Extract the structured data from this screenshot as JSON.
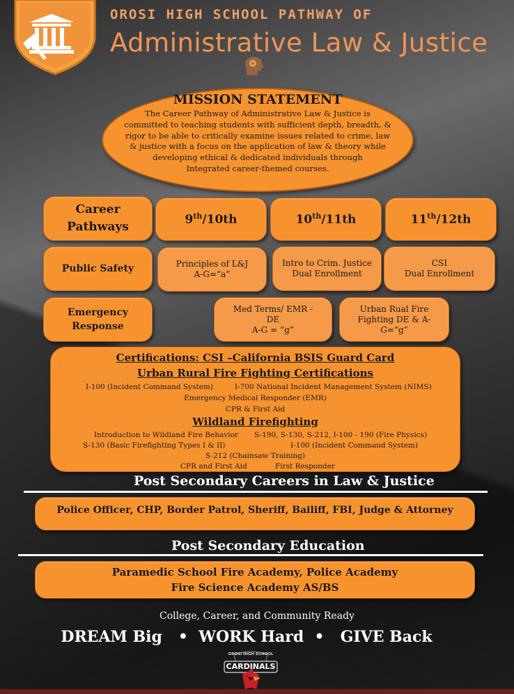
{
  "header": {
    "line1": "OROSI HIGH SCHOOL PATHWAY OF",
    "line2": "Administrative Law & Justice"
  },
  "mission": {
    "title": "MISSION STATEMENT",
    "lines": [
      "The Career Pathway of Administrative Law & Justice is",
      "committed to teaching students with sufficient depth, breadth, &",
      "rigor to be able to critically examine issues related to crime, law",
      "& justice with a focus on the application of law & theory while",
      "developing ethical &  dedicated individuals through",
      "Integrated career-themed courses."
    ]
  },
  "grid": {
    "header_label_1": "Career",
    "header_label_2": "Pathways",
    "col1": {
      "base": "9",
      "sup": "th",
      "rest": "/10th"
    },
    "col2": {
      "base": "10",
      "sup": "th",
      "rest": "/11th"
    },
    "col3": {
      "base": "11",
      "sup": "th",
      "rest": "/12th"
    },
    "public_safety": {
      "label": "Public Safety",
      "c1_l1": "Principles of L&J",
      "c1_l2": "A-G=“a”",
      "c2_l1": "Intro to Crim. Justice",
      "c2_l2": "Dual Enrollment",
      "c3_l1": "CSI",
      "c3_l2": "Dual Enrollment"
    },
    "emergency": {
      "label_1": "Emergency",
      "label_2": "Response",
      "c2_l1": "Med Terms/ EMR -",
      "c2_l2": "DE",
      "c2_l3": "A-G = “g”",
      "c3_l1": "Urban Rual Fire",
      "c3_l2": "Fighting DE & A-",
      "c3_l3": "G=“g”"
    }
  },
  "certifications": {
    "heading": "Certifications:   CSI –California BSIS Guard  Card",
    "urban_heading": "Urban Rural Fire Fighting Certifications",
    "urban_1a": "I-100 (Incident Command System)",
    "urban_1b": "I-700 National Incident Management System (NIMS)",
    "urban_2": "Emergency Medical Responder (EMR)",
    "urban_3": "CPR & First Aid",
    "wild_heading": "Wildland Firefighting",
    "wild_1a": "Introduction to Wildland Fire Behavior",
    "wild_1b": "S-190, S-130, S-212, I-100 - 190 (Fire Physics)",
    "wild_2a": "S-130 (Basic Firefighting Types I & II)",
    "wild_2b": "I-100 (Incident Command System)",
    "wild_3": "S-212 (Chainsaw Training)",
    "wild_4a": "CPR and First Aid",
    "wild_4b": "First Responder"
  },
  "careers": {
    "heading": "Post Secondary  Careers in Law & Justice",
    "list": "Police Officer, CHP, Border Patrol, Sheriff, Bailiff, FBI, Judge & Attorney"
  },
  "education": {
    "heading": "Post Secondary Education",
    "line1": "Paramedic School   Fire Academy, Police Academy",
    "line2": "Fire Science Academy AS/BS"
  },
  "footer": {
    "tagline": "College, Career, and Community Ready",
    "motto": "DREAM Big   •  WORK Hard  •   GIVE Back",
    "logo_top": "OROSI HIGH SCHOOL",
    "logo_name": "CARDINALS"
  },
  "colors": {
    "orange": "#f7932f",
    "title_orange": "#f09556",
    "background": "#3a3a3a"
  }
}
